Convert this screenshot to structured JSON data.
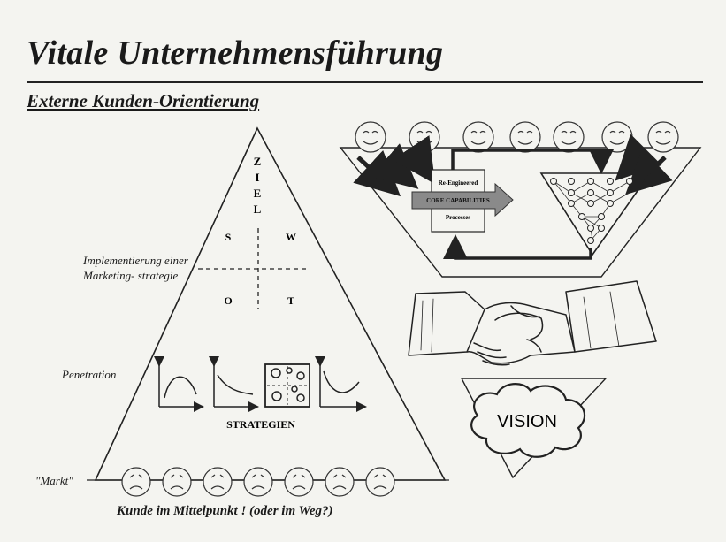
{
  "title": "Vitale Unternehmensführung",
  "subtitle": "Externe Kunden-Orientierung",
  "pyramid": {
    "apex_letters": [
      "Z",
      "I",
      "E",
      "L"
    ],
    "swot": {
      "s": "S",
      "w": "W",
      "o": "O",
      "t": "T"
    },
    "strategies_label": "STRATEGIEN"
  },
  "side_labels": {
    "implementation": "Implementierung einer Marketing- strategie",
    "penetration": "Penetration",
    "market": "\"Markt\""
  },
  "process": {
    "reengineered": "Re-Engineered",
    "core_capabilities": "CORE CAPABILITIES",
    "processes": "Processes"
  },
  "vision_label": "VISION",
  "bottom_caption": "Kunde im Mittelpunkt ! (oder im Weg?)"
}
